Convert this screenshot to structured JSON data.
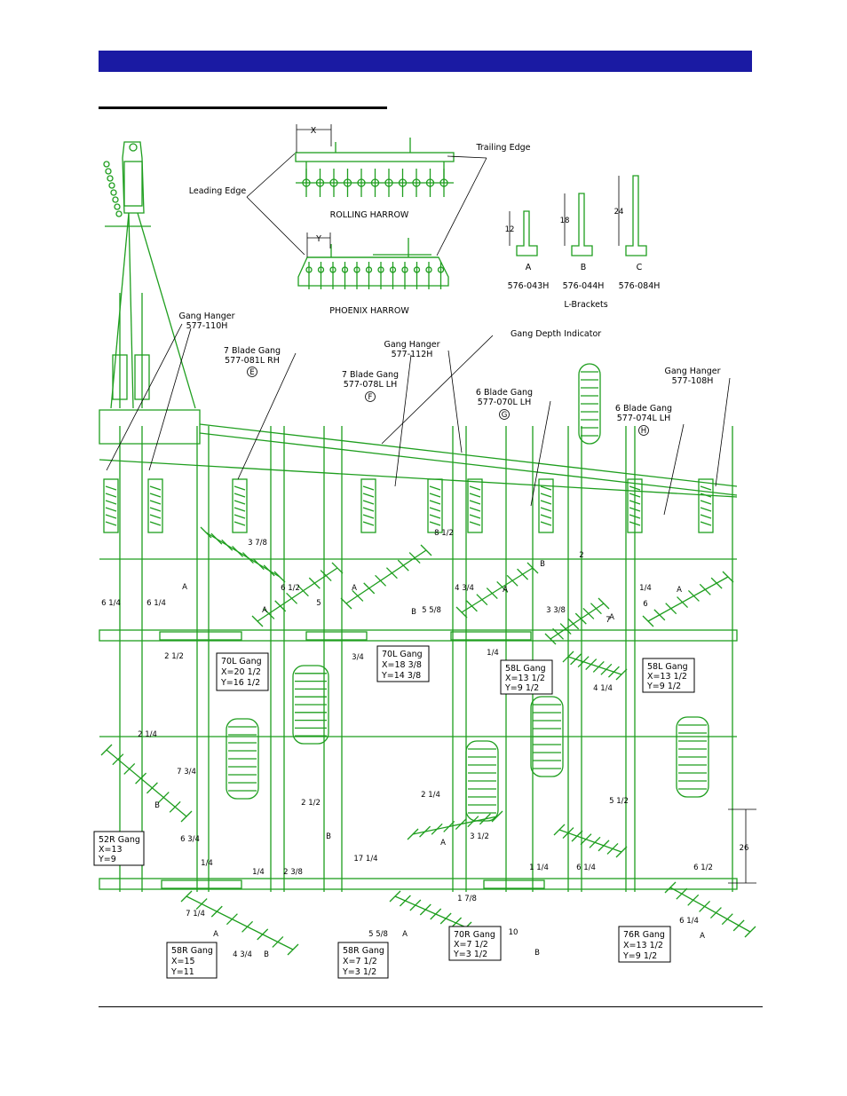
{
  "harrow": {
    "x_label": "X",
    "y_label": "Y",
    "trailing_edge": "Trailing Edge",
    "leading_edge": "Leading Edge",
    "rolling": "ROLLING HARROW",
    "phoenix": "PHOENIX HARROW"
  },
  "brackets": {
    "title": "L-Brackets",
    "items": [
      {
        "letter": "A",
        "dim": "12",
        "part": "576-043H"
      },
      {
        "letter": "B",
        "dim": "18",
        "part": "576-044H"
      },
      {
        "letter": "C",
        "dim": "24",
        "part": "576-084H"
      }
    ]
  },
  "callouts": {
    "hanger_110": {
      "name": "Gang Hanger",
      "part": "577-110H"
    },
    "blade7_rh": {
      "name": "7 Blade Gang",
      "part": "577-081L RH",
      "letter": "E"
    },
    "hanger_112": {
      "name": "Gang Hanger",
      "part": "577-112H"
    },
    "depth": {
      "name": "Gang Depth Indicator"
    },
    "blade7_lh": {
      "name": "7 Blade Gang",
      "part": "577-078L LH",
      "letter": "F"
    },
    "blade6_070": {
      "name": "6 Blade Gang",
      "part": "577-070L LH",
      "letter": "G"
    },
    "hanger_108": {
      "name": "Gang Hanger",
      "part": "577-108H"
    },
    "blade6_074": {
      "name": "6 Blade Gang",
      "part": "577-074L LH",
      "letter": "H"
    }
  },
  "gang_boxes": [
    {
      "title": "70L Gang",
      "x": "X=20 1/2",
      "y": "Y=16 1/2"
    },
    {
      "title": "70L Gang",
      "x": "X=18 3/8",
      "y": "Y=14 3/8"
    },
    {
      "title": "58L Gang",
      "x": "X=13 1/2",
      "y": "Y=9 1/2"
    },
    {
      "title": "58L Gang",
      "x": "X=13 1/2",
      "y": "Y=9 1/2"
    },
    {
      "title": "52R Gang",
      "x": "X=13",
      "y": "Y=9"
    },
    {
      "title": "58R Gang",
      "x": "X=15",
      "y": "Y=11"
    },
    {
      "title": "58R Gang",
      "x": "X=7 1/2",
      "y": "Y=3 1/2"
    },
    {
      "title": "70R Gang",
      "x": "X=7 1/2",
      "y": "Y=3 1/2"
    },
    {
      "title": "76R Gang",
      "x": "X=13 1/2",
      "y": "Y=9 1/2"
    }
  ],
  "dims": {
    "a": "A",
    "b": "B",
    "d1": "6 1/4",
    "d2": "6 1/4",
    "d3": "2 1/2",
    "d4": "3 7/8",
    "d5": "6 1/2",
    "d6": "5",
    "d7": "3/4",
    "d8": "8 1/2",
    "d9": "4 3/4",
    "d10": "5 5/8",
    "d11": "2",
    "d12": "3 3/8",
    "d13": "7",
    "d14": "1/4",
    "d15": "6",
    "d16": "4 1/4",
    "d17": "2 1/4",
    "d18": "7 3/4",
    "d19": "6 3/4",
    "d20": "1/4",
    "d21": "1/4",
    "d22": "2 3/8",
    "d23": "2 1/2",
    "d24": "17 1/4",
    "d25": "2 1/4",
    "d26": "3 1/2",
    "d27": "1 7/8",
    "d28": "1 1/4",
    "d29": "6 1/4",
    "d30": "5 1/2",
    "d31": "6 1/2",
    "d32": "26",
    "d33": "7 1/4",
    "d34": "4 3/4",
    "d35": "5 5/8",
    "d36": "10",
    "d37": "6 1/4"
  },
  "colors": {
    "header": "#1a1aa3",
    "frame": "#1e9e1e"
  }
}
